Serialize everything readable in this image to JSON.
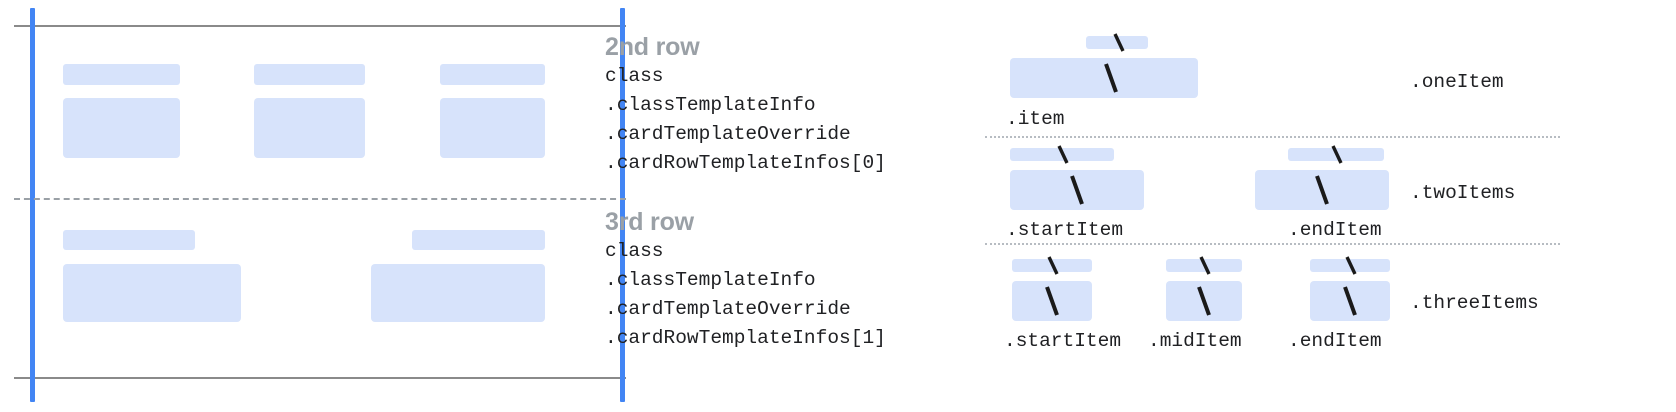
{
  "diagram": {
    "title_hidden": "",
    "left_panel": {
      "rules": {
        "color": "#8a8a8a",
        "divider_style": "dashed"
      },
      "guides": {
        "color": "#4285f4"
      },
      "row_one_columns": 3,
      "row_two_columns": 2,
      "placeholder_color": "#d7e3fb"
    },
    "annotations": [
      {
        "title": "2nd row",
        "lines": [
          "class",
          ".classTemplateInfo",
          ".cardTemplateOverride",
          ".cardRowTemplateInfos[0]"
        ]
      },
      {
        "title": "3rd row",
        "lines": [
          "class",
          ".classTemplateInfo",
          ".cardTemplateOverride",
          ".cardRowTemplateInfos[1]"
        ]
      }
    ],
    "layouts": [
      {
        "name": ".oneItem",
        "slots": [
          {
            "label": ".item"
          }
        ]
      },
      {
        "name": ".twoItems",
        "slots": [
          {
            "label": ".startItem"
          },
          {
            "label": ".endItem"
          }
        ]
      },
      {
        "name": ".threeItems",
        "slots": [
          {
            "label": ".startItem"
          },
          {
            "label": ".midItem"
          },
          {
            "label": ".endItem"
          }
        ]
      }
    ]
  }
}
